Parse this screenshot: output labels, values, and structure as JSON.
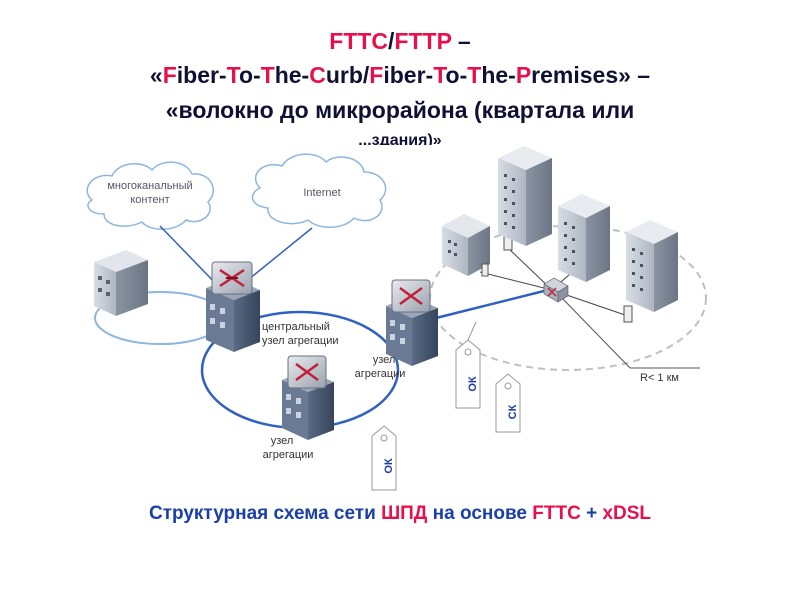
{
  "title": {
    "line1_a": "FTTC",
    "line1_b": "/",
    "line1_c": "FTTP",
    "line1_d": " –",
    "line2_parts": [
      "«",
      "F",
      "iber-",
      "T",
      "o-",
      "T",
      "he-",
      "C",
      "urb/",
      "F",
      "iber-",
      "T",
      "o-",
      "T",
      "he-",
      "P",
      "remises» –"
    ],
    "line3": "«волокно до микрорайона (квартала или",
    "line4": "...здания)»"
  },
  "diagram": {
    "cloud1_line1": "многоканальный",
    "cloud1_line2": "контент",
    "cloud2": "Internet",
    "central_node_line1": "центральный",
    "central_node_line2": "узел агрегации",
    "node_right_line1": "узел",
    "node_right_line2": "агрегации",
    "node_bottom_line1": "узел",
    "node_bottom_line2": "агрегации",
    "tag_ok": "ОК",
    "tag_sk": "СК",
    "radius": "R< 1 км"
  },
  "caption": {
    "part1": "Структурная схема сети ",
    "part2": "ШПД",
    "part3": " на основе ",
    "part4": "FTTC",
    "part5": " + ",
    "part6": "xDSL"
  },
  "colors": {
    "title_dark": "#101035",
    "title_accent": "#e8104a",
    "caption_blue": "#1a3fa8",
    "link_blue": "#3060c0"
  },
  "icons": [
    "cloud-icon",
    "building-icon",
    "router-icon",
    "tag-icon",
    "server-tower-icon",
    "dslam-icon"
  ]
}
